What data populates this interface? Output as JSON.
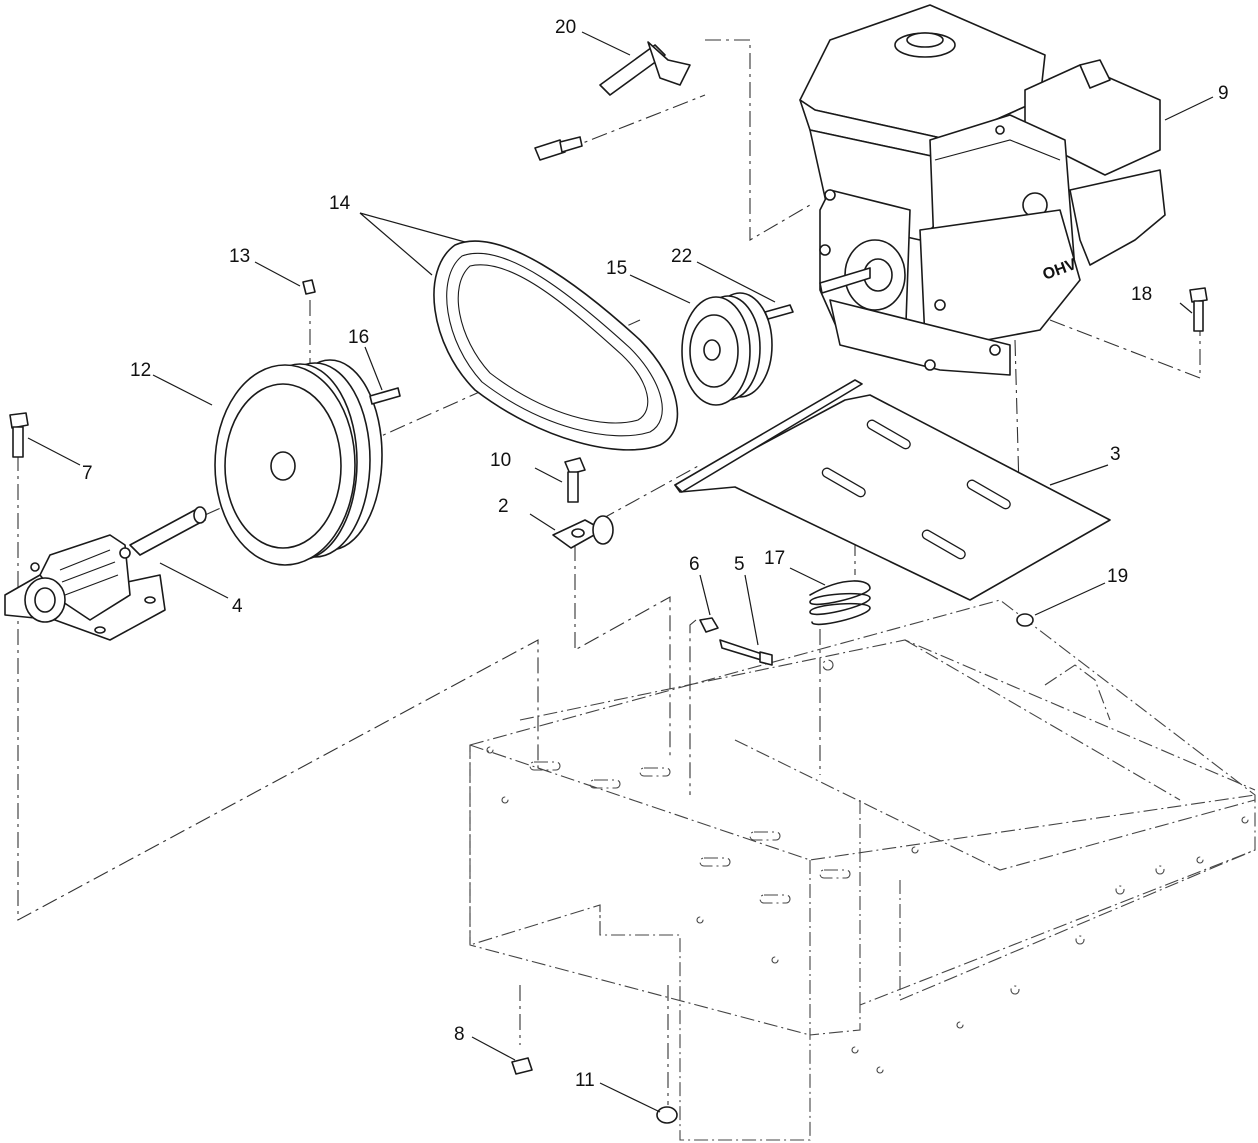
{
  "diagram": {
    "callouts": [
      {
        "id": "c2",
        "text": "2"
      },
      {
        "id": "c3",
        "text": "3"
      },
      {
        "id": "c4",
        "text": "4"
      },
      {
        "id": "c5",
        "text": "5"
      },
      {
        "id": "c6",
        "text": "6"
      },
      {
        "id": "c7",
        "text": "7"
      },
      {
        "id": "c8",
        "text": "8"
      },
      {
        "id": "c9",
        "text": "9"
      },
      {
        "id": "c10",
        "text": "10"
      },
      {
        "id": "c11",
        "text": "11"
      },
      {
        "id": "c12",
        "text": "12"
      },
      {
        "id": "c13",
        "text": "13"
      },
      {
        "id": "c14",
        "text": "14"
      },
      {
        "id": "c15",
        "text": "15"
      },
      {
        "id": "c16",
        "text": "16"
      },
      {
        "id": "c17",
        "text": "17"
      },
      {
        "id": "c18",
        "text": "18"
      },
      {
        "id": "c19",
        "text": "19"
      },
      {
        "id": "c20",
        "text": "20"
      },
      {
        "id": "c22",
        "text": "22"
      }
    ],
    "engine_label": "OHV"
  }
}
